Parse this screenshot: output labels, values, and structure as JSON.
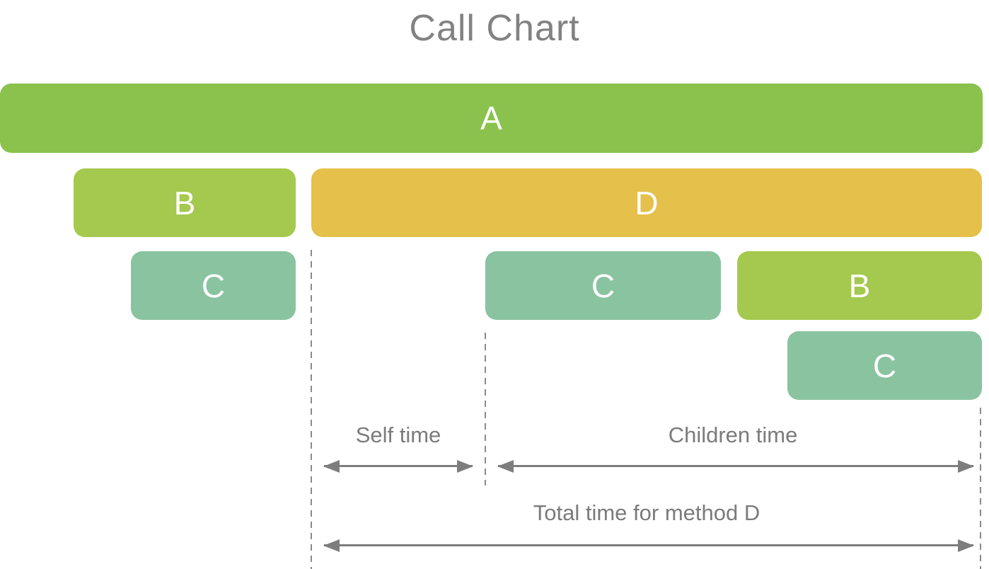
{
  "title": "Call Chart",
  "bars": {
    "a": {
      "label": "A",
      "method": "A",
      "row": 1
    },
    "b1": {
      "label": "B",
      "method": "B",
      "row": 2
    },
    "d": {
      "label": "D",
      "method": "D",
      "row": 2
    },
    "c1": {
      "label": "C",
      "method": "C",
      "row": 3
    },
    "c2": {
      "label": "C",
      "method": "C",
      "row": 3
    },
    "b2": {
      "label": "B",
      "method": "B",
      "row": 3
    },
    "c3": {
      "label": "C",
      "method": "C",
      "row": 4
    }
  },
  "annotations": {
    "self_time": "Self time",
    "children_time": "Children time",
    "total_time": "Total time for method D"
  },
  "chart_data": {
    "type": "flame-call-chart",
    "title": "Call Chart",
    "description": "Call stack timeline: method A calls B and D; B calls C; D calls C and B; that B calls C. Dashed guides mark self time (gap in D before first child), children time (span of D's children), and total time for method D.",
    "rows": [
      [
        {
          "label": "A"
        }
      ],
      [
        {
          "label": "B",
          "parent": "A"
        },
        {
          "label": "D",
          "parent": "A"
        }
      ],
      [
        {
          "label": "C",
          "parent": "B"
        },
        {
          "label": "C",
          "parent": "D"
        },
        {
          "label": "B",
          "parent": "D"
        }
      ],
      [
        {
          "label": "C",
          "parent": "B"
        }
      ]
    ]
  },
  "colors": {
    "method_a_green": "#8ac24d",
    "method_b_green": "#a4c94e",
    "method_d_gold": "#e5c04a",
    "method_c_teal": "#8ac3a0",
    "title_gray": "#828282",
    "label_gray": "#7b7b7b",
    "arrow_gray": "#7d7d7d",
    "background": "#ffffff"
  }
}
